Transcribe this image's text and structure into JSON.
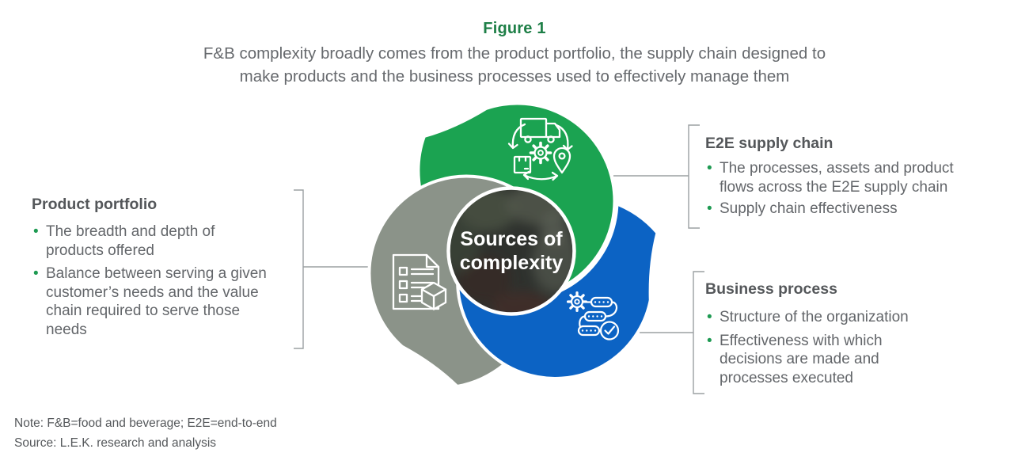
{
  "figure": {
    "label": "Figure 1",
    "subtitle_line1": "F&B complexity broadly comes from the product portfolio, the supply chain designed to",
    "subtitle_line2": "make products and the business processes used to effectively manage them"
  },
  "center": {
    "line1": "Sources of",
    "line2": "complexity"
  },
  "blocks": {
    "product_portfolio": {
      "heading": "Product portfolio",
      "bullets": [
        "The breadth and depth of products offered",
        "Balance between serving a given customer’s needs and the value chain required to serve those needs"
      ]
    },
    "e2e_supply_chain": {
      "heading": "E2E supply chain",
      "bullets": [
        "The processes, assets and product flows across the E2E supply chain",
        "Supply chain effectiveness"
      ]
    },
    "business_process": {
      "heading": "Business process",
      "bullets": [
        "Structure of the organization",
        "Effectiveness with which decisions are made and processes executed"
      ]
    }
  },
  "notes": {
    "note": "Note: F&B=food and beverage; E2E=end-to-end",
    "source": "Source: L.E.K. research and analysis"
  },
  "colors": {
    "blade_green": "#1BA351",
    "blade_blue": "#0C63C4",
    "blade_gray": "#8B9389",
    "accent_green": "#1E7F47",
    "bullet_green": "#1E9A52",
    "heading_text": "#54575A",
    "body_text": "#63666A",
    "note_text": "#55585B",
    "connector_line": "#9BA0A2",
    "center_text": "#FFFFFF"
  },
  "icons": {
    "green_blade": "supply-chain-cycle-icon",
    "gray_blade": "product-checklist-icon",
    "blue_blade": "process-flow-icon"
  }
}
